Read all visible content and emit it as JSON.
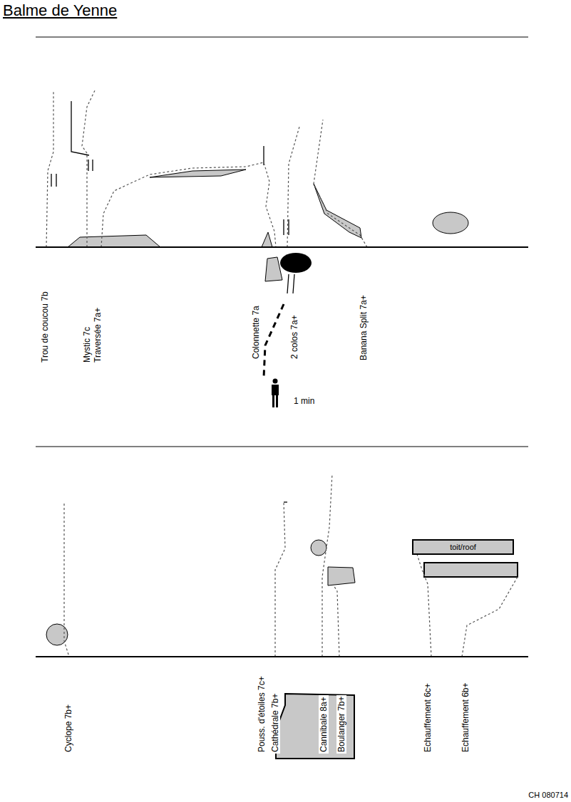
{
  "diagram": {
    "title": "Balme de Yenne",
    "nodes": [
      {
        "text": [
          "toit/roof"
        ]
      }
    ],
    "labels": [
      "Trou de coucou 7b",
      "Mystic 7c",
      "Traversée 7a+",
      "Colonnette 7a",
      "2 colos 7a+",
      "Banana Split 7a+",
      "1 min",
      "Cyclope 7b+",
      "Pouss. d'étoiles 7c+",
      "Cathédrale 7b+",
      "Cannibale 8a+",
      "Boulanger 7b+",
      "Echauffement 6c+",
      "Echauffement 6b+",
      "CH 080714"
    ]
  }
}
